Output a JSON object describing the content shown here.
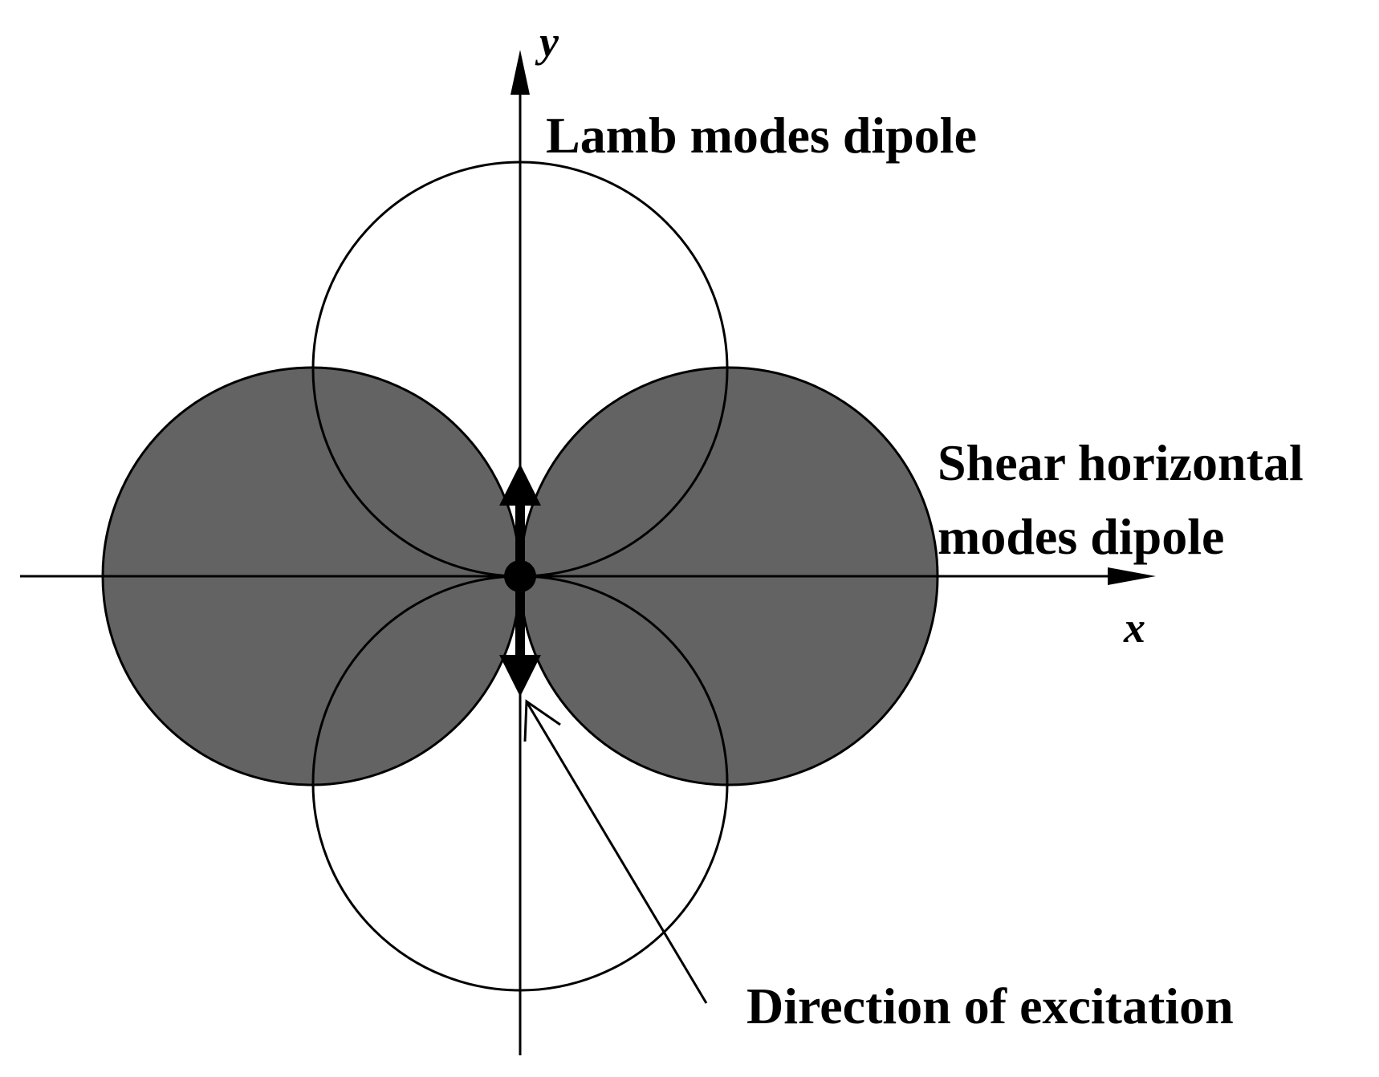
{
  "labels": {
    "y_axis": "y",
    "x_axis": "x",
    "lamb": "Lamb modes dipole",
    "shear_line1": "Shear horizontal",
    "shear_line2": "modes dipole",
    "excitation": "Direction of excitation"
  },
  "colors": {
    "shear_fill": "#636363",
    "stroke": "#000000",
    "background": "#ffffff"
  }
}
